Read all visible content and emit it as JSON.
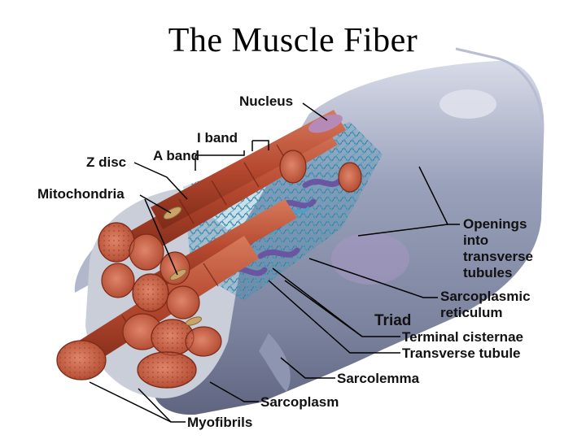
{
  "title": "The Muscle Fiber",
  "labels": {
    "nucleus": "Nucleus",
    "i_band": "I band",
    "a_band": "A band",
    "z_disc": "Z disc",
    "mitochondria": "Mitochondria",
    "openings_1": "Openings",
    "openings_2": "into",
    "openings_3": "transverse",
    "openings_4": "tubules",
    "sr_1": "Sarcoplasmic",
    "sr_2": "reticulum",
    "triad": "Triad",
    "terminal_cisternae": "Terminal cisternae",
    "transverse_tubule": "Transverse tubule",
    "sarcolemma": "Sarcolemma",
    "sarcoplasm": "Sarcoplasm",
    "myofibrils": "Myofibrils"
  },
  "colors": {
    "sarcolemma": "#8c93ad",
    "sarcolemma_light": "#c9cde0",
    "myofibril": "#b5482f",
    "myofibril_dark": "#7e2a18",
    "myofibril_light": "#d98a6e",
    "reticulum": "#3f8fb0",
    "tubule": "#6a4fa0",
    "leader": "#000000"
  }
}
